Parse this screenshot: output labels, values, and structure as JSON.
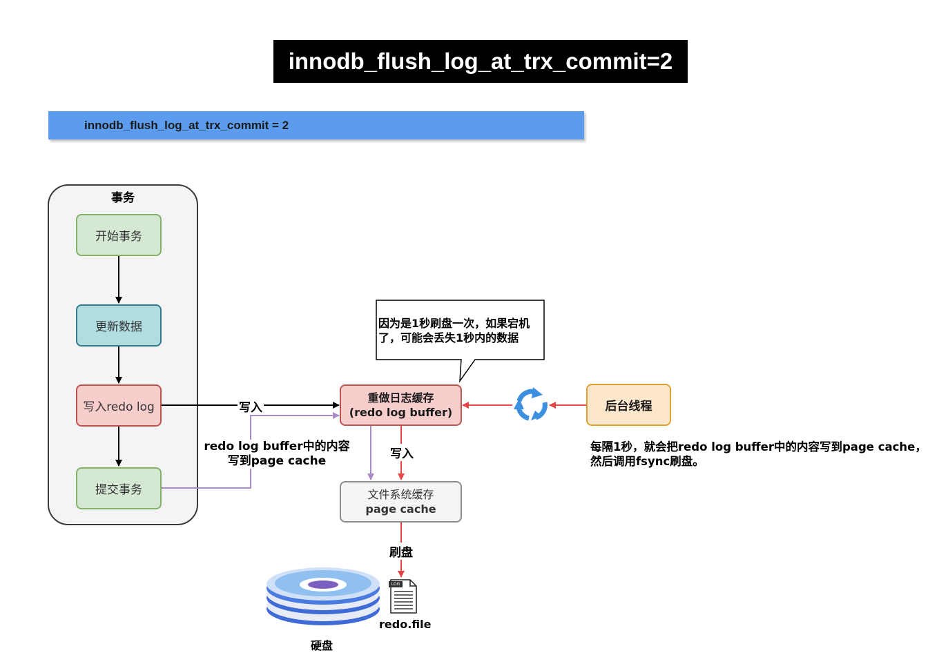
{
  "title": "innodb_flush_log_at_trx_commit=2",
  "banner": "innodb_flush_log_at_trx_commit = 2",
  "transaction_group": {
    "label": "事务",
    "steps": [
      "开始事务",
      "更新数据",
      "写入redo log",
      "提交事务"
    ]
  },
  "redo_buffer": {
    "line1": "重做日志缓存",
    "line2": "(redo log buffer)"
  },
  "page_cache": {
    "line1": "文件系统缓存",
    "line2": "page cache"
  },
  "background_thread": "后台线程",
  "callout": {
    "line1": "因为是1秒刷盘一次，如果宕机",
    "line2": "了，可能会丢失1秒内的数据"
  },
  "labels": {
    "write_in_1": "写入",
    "write_in_2": "写入",
    "commit_note_1": "redo log buffer中的内容",
    "commit_note_2": "写到page cache",
    "flush": "刷盘",
    "background_note_1": "每隔1秒，就会把redo log buffer中的内容写到page cache，",
    "background_note_2": "然后调用fsync刷盘。",
    "redo_file": "redo.file",
    "disk": "硬盘",
    "file_tag": "LOG"
  },
  "colors": {
    "black_arrow": "#000000",
    "red_arrow": "#e84545",
    "purple_arrow": "#a98bc7",
    "banner": "#5b9cee"
  }
}
